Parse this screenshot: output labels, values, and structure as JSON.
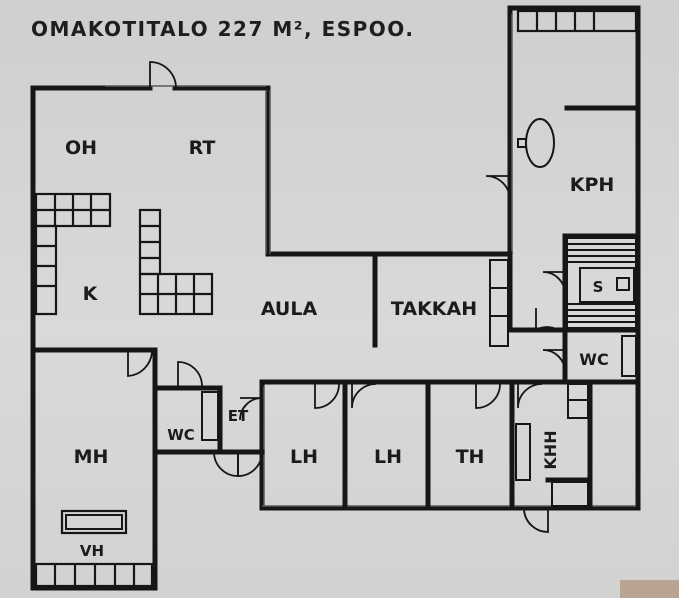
{
  "title": "OMAKOTITALO 227 M², ESPOO.",
  "rooms": {
    "oh": "OH",
    "rt": "RT",
    "kph": "KPH",
    "k": "K",
    "aula": "AULA",
    "takkah": "TAKKAH",
    "s": "S",
    "wc_right": "WC",
    "wc_left": "WC",
    "et": "ET",
    "mh": "MH",
    "lh_1": "LH",
    "lh_2": "LH",
    "th": "TH",
    "khh": "KHH",
    "vh": "VH"
  },
  "colors": {
    "wall": "#161616",
    "background": "#d4d4d2"
  }
}
